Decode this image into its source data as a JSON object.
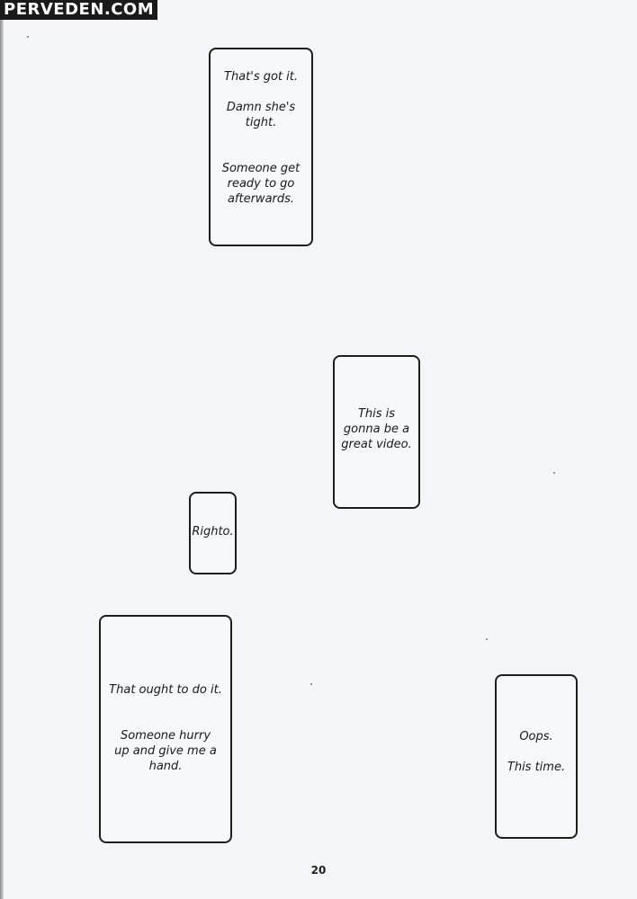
{
  "watermark": "PERVEDEN.COM",
  "bubbles": [
    {
      "name": "bubble-thats-got-it",
      "lines": [
        "That's got it.",
        "",
        "Damn she's",
        "tight.",
        "",
        "",
        "Someone get",
        "ready to go",
        "afterwards."
      ]
    },
    {
      "name": "bubble-great-video",
      "lines": [
        "This is",
        "gonna be a",
        "great video."
      ]
    },
    {
      "name": "bubble-righto",
      "lines": [
        "Righto."
      ]
    },
    {
      "name": "bubble-ought-to-do-it",
      "lines": [
        "That ought to do it.",
        "",
        "",
        "Someone hurry",
        "up and give me a",
        "hand."
      ]
    },
    {
      "name": "bubble-oops",
      "lines": [
        "Oops.",
        "",
        "This time."
      ]
    }
  ],
  "page_number": "20"
}
